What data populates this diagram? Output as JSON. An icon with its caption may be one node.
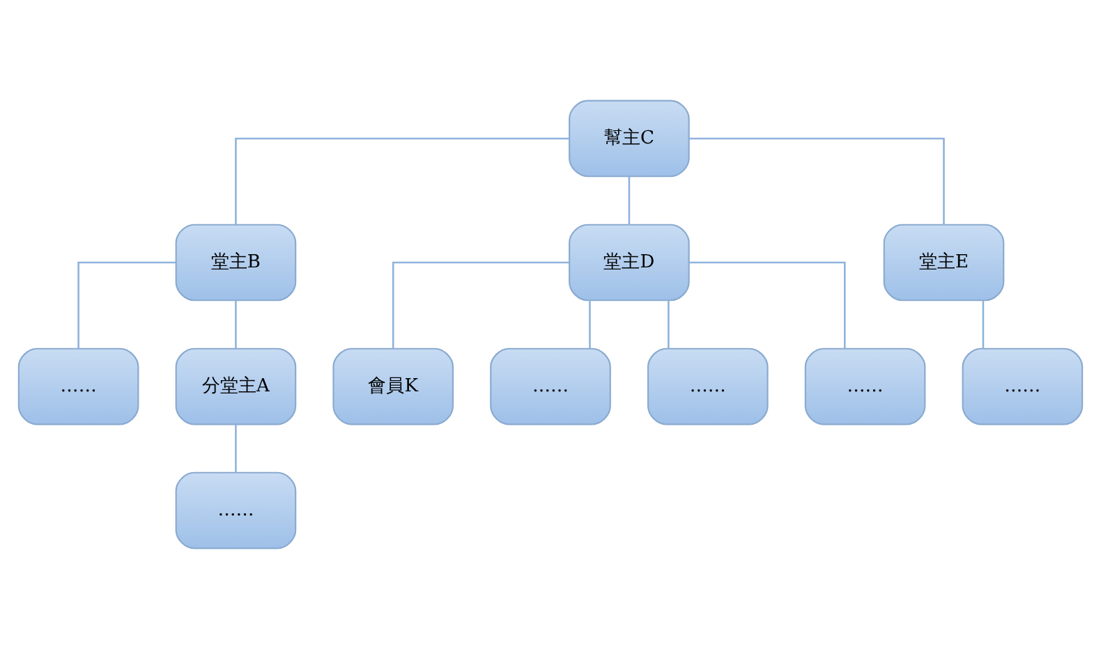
{
  "diagram": {
    "nodes": [
      {
        "text": [
          "幫主C"
        ]
      },
      {
        "text": [
          "堂主B"
        ]
      },
      {
        "text": [
          "堂主D"
        ]
      },
      {
        "text": [
          "堂主E"
        ]
      },
      {
        "text": [
          "……"
        ]
      },
      {
        "text": [
          "分堂主A"
        ]
      },
      {
        "text": [
          "……"
        ]
      },
      {
        "text": [
          "……"
        ]
      },
      {
        "text": [
          "會員K"
        ]
      },
      {
        "text": [
          "……"
        ]
      },
      {
        "text": [
          "……"
        ]
      },
      {
        "text": [
          "……"
        ]
      }
    ],
    "edges": [
      {
        "from": 0,
        "to": 1,
        "arrow": "none"
      },
      {
        "from": 0,
        "to": 2,
        "arrow": "none"
      },
      {
        "from": 0,
        "to": 3,
        "arrow": "none"
      },
      {
        "from": 1,
        "to": 4,
        "arrow": "none"
      },
      {
        "from": 1,
        "to": 5,
        "arrow": "none"
      },
      {
        "from": 3,
        "to": 6,
        "arrow": "none"
      },
      {
        "from": 5,
        "to": 7,
        "arrow": "none"
      },
      {
        "from": 2,
        "to": 8,
        "arrow": "none"
      },
      {
        "from": 2,
        "to": 9,
        "arrow": "none"
      },
      {
        "from": 2,
        "to": 10,
        "arrow": "none"
      },
      {
        "from": 2,
        "to": 11,
        "arrow": "none"
      }
    ]
  }
}
